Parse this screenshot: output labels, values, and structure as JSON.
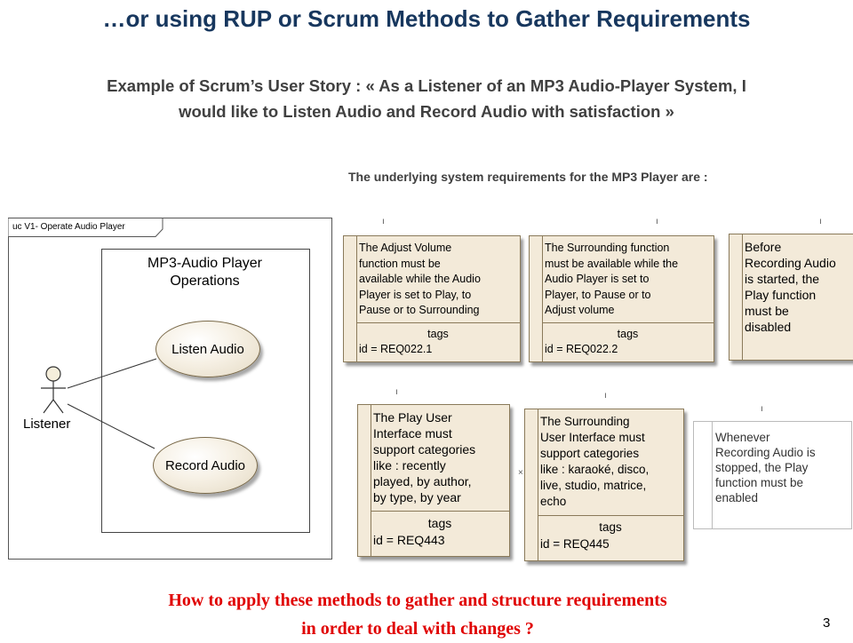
{
  "slide": {
    "title": "…or using RUP or Scrum Methods to Gather Requirements",
    "story_line1": "Example of Scrum’s User Story : « As a Listener of an MP3 Audio-Player System, I",
    "story_line2": "would like to Listen Audio and Record Audio with satisfaction »",
    "underlying": "The underlying system requirements for the MP3 Player are :",
    "question_line1": "How to apply these methods to gather and structure requirements",
    "question_line2": "in order to deal with changes ?",
    "page_number": "3"
  },
  "uml": {
    "frame_label": "uc V1- Operate Audio Player",
    "system_line1": "MP3-Audio Player",
    "system_line2": "Operations",
    "actor": "Listener",
    "usecase_listen": "Listen Audio",
    "usecase_record": "Record Audio"
  },
  "requirements": [
    {
      "lines": [
        "The Adjust Volume",
        "function must be",
        "available while the Audio",
        "Player  is set to Play, to",
        "Pause or to Surrounding"
      ],
      "tags": "tags",
      "id": "id = REQ022.1"
    },
    {
      "lines": [
        "The Surrounding function",
        "must be available while the",
        "Audio Player is set to",
        "Player, to Pause or to",
        "Adjust volume"
      ],
      "tags": "tags",
      "id": "id = REQ022.2"
    },
    {
      "lines": [
        "Before",
        "Recording Audio",
        "is started, the",
        "Play function",
        "must be",
        "disabled"
      ]
    },
    {
      "lines": [
        "The Play User",
        "Interface must",
        "support categories",
        "like : recently",
        "played, by author,",
        "by type, by year"
      ],
      "tags": "tags",
      "id": "id = REQ443"
    },
    {
      "lines": [
        "The Surrounding",
        "User Interface must",
        "support categories",
        "like  : karaoké, disco,",
        "live, studio, matrice,",
        "echo"
      ],
      "tags": "tags",
      "id": "id = REQ445"
    },
    {
      "lines": [
        "Whenever",
        "Recording Audio is",
        "stopped, the Play",
        "function must be",
        "enabled"
      ]
    }
  ],
  "colors": {
    "title": "#17375e",
    "question": "#e00000",
    "requirement_fill": "#f3ead9"
  }
}
